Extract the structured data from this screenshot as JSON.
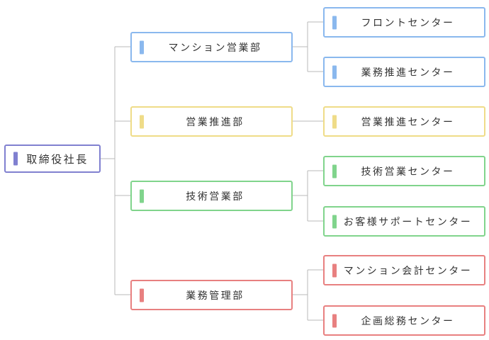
{
  "colors": {
    "root": "#8080d0",
    "blue": "#8ab8ee",
    "yellow": "#efdc88",
    "green": "#80d48c",
    "red": "#e88080",
    "connector": "#b8b8b8"
  },
  "org": {
    "root": {
      "label": "取締役社長"
    },
    "departments": [
      {
        "label": "マンション営業部",
        "centers": [
          {
            "label": "フロントセンター"
          },
          {
            "label": "業務推進センター"
          }
        ]
      },
      {
        "label": "営業推進部",
        "centers": [
          {
            "label": "営業推進センター"
          }
        ]
      },
      {
        "label": "技術営業部",
        "centers": [
          {
            "label": "技術営業センター"
          },
          {
            "label": "お客様サポートセンター"
          }
        ]
      },
      {
        "label": "業務管理部",
        "centers": [
          {
            "label": "マンション会計センター"
          },
          {
            "label": "企画総務センター"
          }
        ]
      }
    ]
  }
}
